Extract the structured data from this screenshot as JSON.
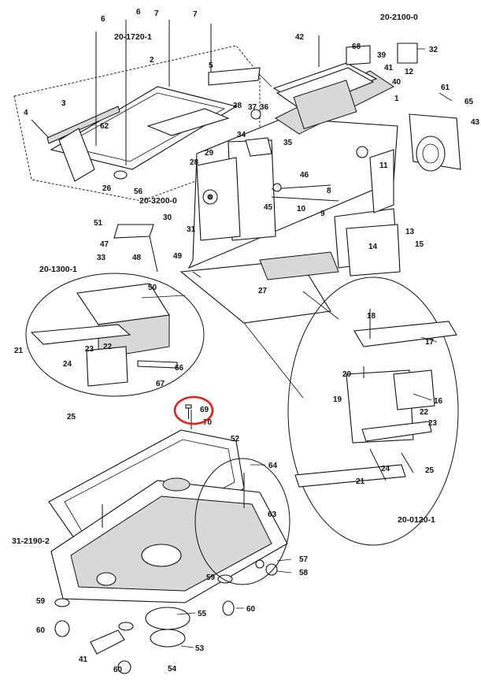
{
  "assemblies": {
    "top_cover": "20-1720-1",
    "thread_stand": "20-2100-0",
    "motor_mount": "20-3200-0",
    "chain_cutter": "20-1300-1",
    "bed_plate": "31-2190-2",
    "puller": "20-0120-1"
  },
  "callouts": {
    "c1": "1",
    "c2": "2",
    "c3": "3",
    "c4": "4",
    "c5": "5",
    "c6a": "6",
    "c6b": "6",
    "c7a": "7",
    "c7b": "7",
    "c8": "8",
    "c9": "9",
    "c10": "10",
    "c11": "11",
    "c12": "12",
    "c13": "13",
    "c14": "14",
    "c15": "15",
    "c16": "16",
    "c17": "17",
    "c18": "18",
    "c19": "19",
    "c20": "20",
    "c21a": "21",
    "c21b": "21",
    "c22a": "22",
    "c22b": "22",
    "c23a": "23",
    "c23b": "23",
    "c24a": "24",
    "c24b": "24",
    "c25a": "25",
    "c25b": "25",
    "c26": "26",
    "c27": "27",
    "c28": "28",
    "c29": "29",
    "c30": "30",
    "c31": "31",
    "c32": "32",
    "c33": "33",
    "c34": "34",
    "c35": "35",
    "c36": "36",
    "c37": "37",
    "c38": "38",
    "c39": "39",
    "c40": "40",
    "c41": "41",
    "c42": "42",
    "c43": "43",
    "c45": "45",
    "c46": "46",
    "c47": "47",
    "c48": "48",
    "c49": "49",
    "c50": "50",
    "c51": "51",
    "c52": "52",
    "c53": "53",
    "c54": "54",
    "c55": "55",
    "c56": "56",
    "c57": "57",
    "c58": "58",
    "c59a": "59",
    "c59b": "59",
    "c60a": "60",
    "c60b": "60",
    "c60c": "60",
    "c61": "61",
    "c62": "62",
    "c63": "63",
    "c64": "64",
    "c65": "65",
    "c66": "66",
    "c67": "67",
    "c68": "68",
    "c69": "69",
    "c70": "70"
  },
  "highlight": {
    "target": "69",
    "color": "#e02020"
  }
}
